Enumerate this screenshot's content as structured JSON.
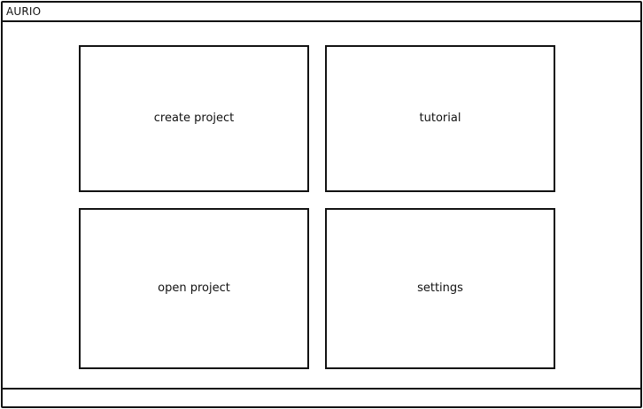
{
  "window": {
    "title": "AURIO"
  },
  "main": {
    "tiles": [
      {
        "label": "create project"
      },
      {
        "label": "tutorial"
      },
      {
        "label": "open project"
      },
      {
        "label": "settings"
      }
    ]
  }
}
